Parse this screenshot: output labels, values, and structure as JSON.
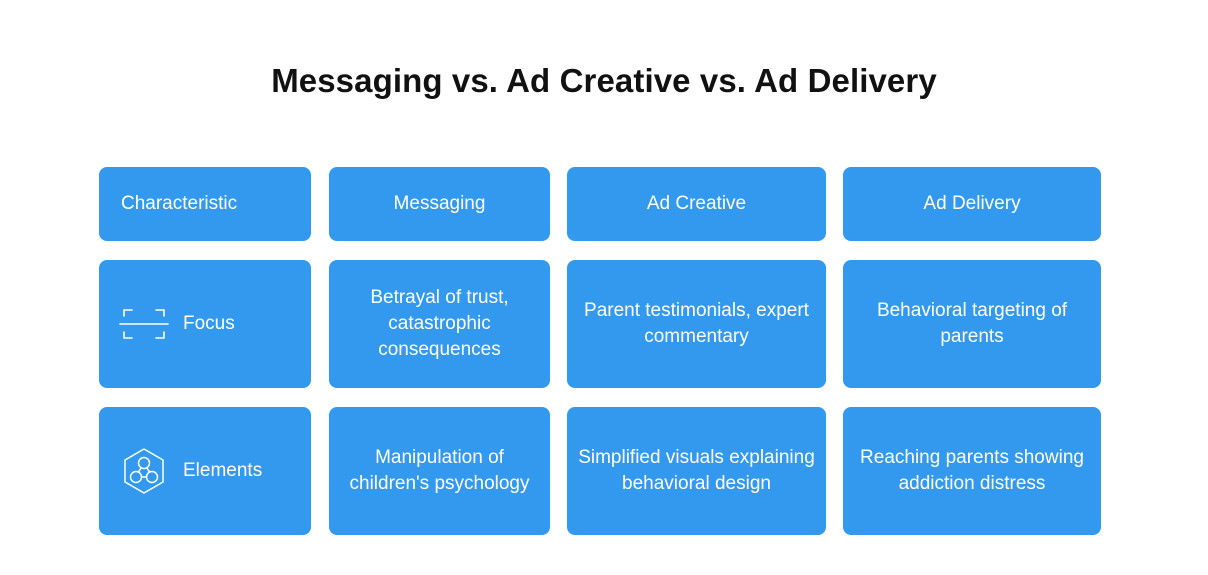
{
  "title": "Messaging vs. Ad Creative vs. Ad Delivery",
  "columns": [
    "Characteristic",
    "Messaging",
    "Ad Creative",
    "Ad Delivery"
  ],
  "rows": [
    {
      "label": "Focus",
      "icon": "focus-frame-icon",
      "cells": [
        "Betrayal of trust, catastrophic consequences",
        "Parent testimonials, expert commentary",
        "Behavioral targeting of parents"
      ]
    },
    {
      "label": "Elements",
      "icon": "hexagon-molecule-icon",
      "cells": [
        "Manipulation of children's psychology",
        "Simplified visuals explaining behavioral design",
        "Reaching parents showing addiction distress"
      ]
    }
  ],
  "colors": {
    "cell_background": "#3399ee",
    "cell_text": "#ffffff",
    "title_text": "#111111"
  }
}
